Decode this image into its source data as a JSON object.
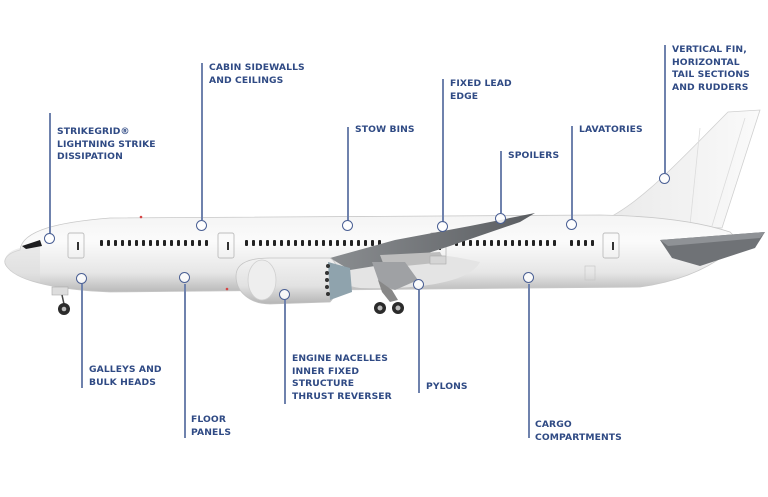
{
  "diagram": {
    "title": "",
    "subject": "Commercial airliner side view with composite component callouts",
    "colors": {
      "label": "#2f4a84",
      "leader": "#6f82ad",
      "marker": "#4a5f94",
      "background": "#ffffff"
    },
    "callouts": [
      {
        "id": "strikegrid",
        "text": "STRIKEGRID®\nLIGHTNING STRIKE\nDISSIPATION"
      },
      {
        "id": "cabin-sidewalls",
        "text": "CABIN SIDEWALLS\nAND CEILINGS"
      },
      {
        "id": "stow-bins",
        "text": "STOW BINS"
      },
      {
        "id": "fixed-lead-edge",
        "text": "FIXED LEAD\nEDGE"
      },
      {
        "id": "spoilers",
        "text": "SPOILERS"
      },
      {
        "id": "lavatories",
        "text": "LAVATORIES"
      },
      {
        "id": "vertical-fin",
        "text": "VERTICAL FIN,\nHORIZONTAL\nTAIL SECTIONS\nAND RUDDERS"
      },
      {
        "id": "galleys",
        "text": "GALLEYS AND\nBULK HEADS"
      },
      {
        "id": "floor-panels",
        "text": "FLOOR\nPANELS"
      },
      {
        "id": "engine-nacelles",
        "text": "ENGINE NACELLES\nINNER FIXED\nSTRUCTURE\nTHRUST REVERSER"
      },
      {
        "id": "pylons",
        "text": "PYLONS"
      },
      {
        "id": "cargo",
        "text": "CARGO\nCOMPARTMENTS"
      }
    ]
  }
}
